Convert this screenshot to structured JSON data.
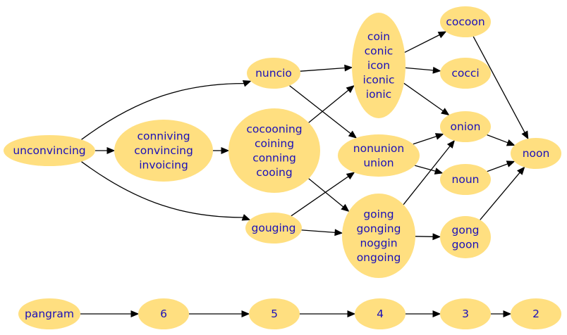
{
  "nodes": {
    "unconvincing": [
      "unconvincing"
    ],
    "conniving": [
      "conniving",
      "convincing",
      "invoicing"
    ],
    "cocooning": [
      "cocooning",
      "coining",
      "conning",
      "cooing"
    ],
    "nuncio": [
      "nuncio"
    ],
    "gouging": [
      "gouging"
    ],
    "coin": [
      "coin",
      "conic",
      "icon",
      "iconic",
      "ionic"
    ],
    "nonunion": [
      "nonunion",
      "union"
    ],
    "going": [
      "going",
      "gonging",
      "noggin",
      "ongoing"
    ],
    "cocoon": [
      "cocoon"
    ],
    "cocci": [
      "cocci"
    ],
    "onion": [
      "onion"
    ],
    "noun": [
      "noun"
    ],
    "gong": [
      "gong",
      "goon"
    ],
    "noon": [
      "noon"
    ],
    "pangram": [
      "pangram"
    ],
    "n6": [
      "6"
    ],
    "n5": [
      "5"
    ],
    "n4": [
      "4"
    ],
    "n3": [
      "3"
    ],
    "n2": [
      "2"
    ]
  },
  "edges": [
    [
      "unconvincing",
      "conniving"
    ],
    [
      "unconvincing",
      "nuncio"
    ],
    [
      "unconvincing",
      "gouging"
    ],
    [
      "conniving",
      "cocooning"
    ],
    [
      "cocooning",
      "coin"
    ],
    [
      "cocooning",
      "going"
    ],
    [
      "nuncio",
      "coin"
    ],
    [
      "nuncio",
      "nonunion"
    ],
    [
      "gouging",
      "nonunion"
    ],
    [
      "gouging",
      "going"
    ],
    [
      "coin",
      "cocoon"
    ],
    [
      "coin",
      "cocci"
    ],
    [
      "coin",
      "onion"
    ],
    [
      "nonunion",
      "onion"
    ],
    [
      "nonunion",
      "noun"
    ],
    [
      "going",
      "onion"
    ],
    [
      "going",
      "gong"
    ],
    [
      "cocoon",
      "noon"
    ],
    [
      "onion",
      "noon"
    ],
    [
      "noun",
      "noon"
    ],
    [
      "gong",
      "noon"
    ],
    [
      "pangram",
      "n6"
    ],
    [
      "n6",
      "n5"
    ],
    [
      "n5",
      "n4"
    ],
    [
      "n4",
      "n3"
    ],
    [
      "n3",
      "n2"
    ]
  ]
}
